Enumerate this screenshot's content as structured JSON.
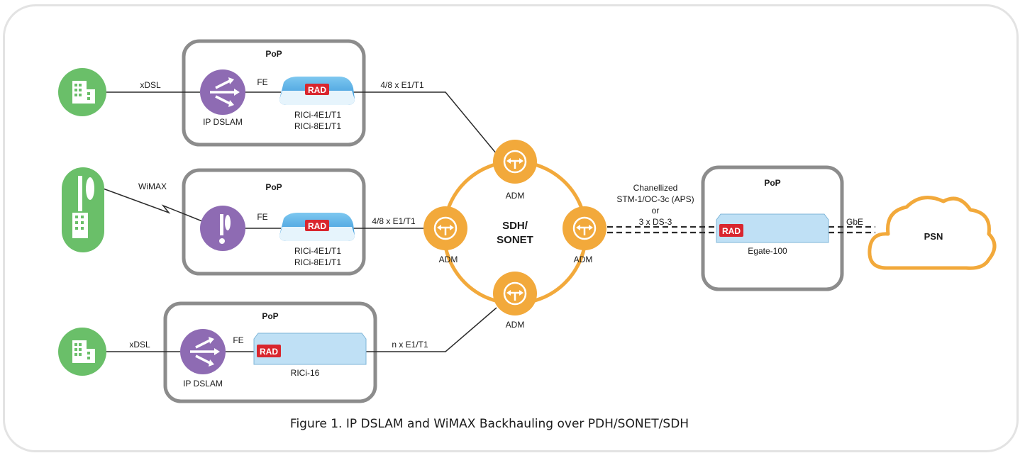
{
  "pops": [
    {
      "title": "PoP"
    },
    {
      "title": "PoP"
    },
    {
      "title": "PoP"
    },
    {
      "title": "PoP"
    }
  ],
  "links": {
    "xdsl_top": "xDSL",
    "wimax": "WiMAX",
    "xdsl_bottom": "xDSL",
    "fe_1": "FE",
    "fe_2": "FE",
    "fe_3": "FE",
    "e1_top": "4/8 x E1/T1",
    "e1_mid": "4/8 x E1/T1",
    "e1_bottom": "n x E1/T1",
    "sdh_link_line1": "Chanellized",
    "sdh_link_line2": "STM-1/OC-3c (APS)",
    "sdh_link_line3": "or",
    "sdh_link_line4": "3 x DS-3",
    "gbe": "GbE"
  },
  "devices": {
    "dslam_top": "IP DSLAM",
    "dslam_bottom": "IP DSLAM",
    "rici_top_line1": "RICi-4E1/T1",
    "rici_top_line2": "RICi-8E1/T1",
    "rici_mid_line1": "RICi-4E1/T1",
    "rici_mid_line2": "RICi-8E1/T1",
    "rici16": "RICi-16",
    "egate": "Egate-100",
    "rad_logo": "RAD"
  },
  "ring": {
    "label_line1": "SDH/",
    "label_line2": "SONET",
    "adm_top": "ADM",
    "adm_left": "ADM",
    "adm_right": "ADM",
    "adm_bottom": "ADM"
  },
  "cloud": {
    "label": "PSN"
  },
  "caption": "Figure 1. IP DSLAM and WiMAX Backhauling over PDH/SONET/SDH",
  "colors": {
    "building_green": "#6abf69",
    "dslam_purple": "#8e6bb3",
    "adm_orange": "#f2a93b",
    "rad_red": "#d9262e",
    "device_blue": "#bfe0f5",
    "pop_border": "#8c8c8c"
  }
}
